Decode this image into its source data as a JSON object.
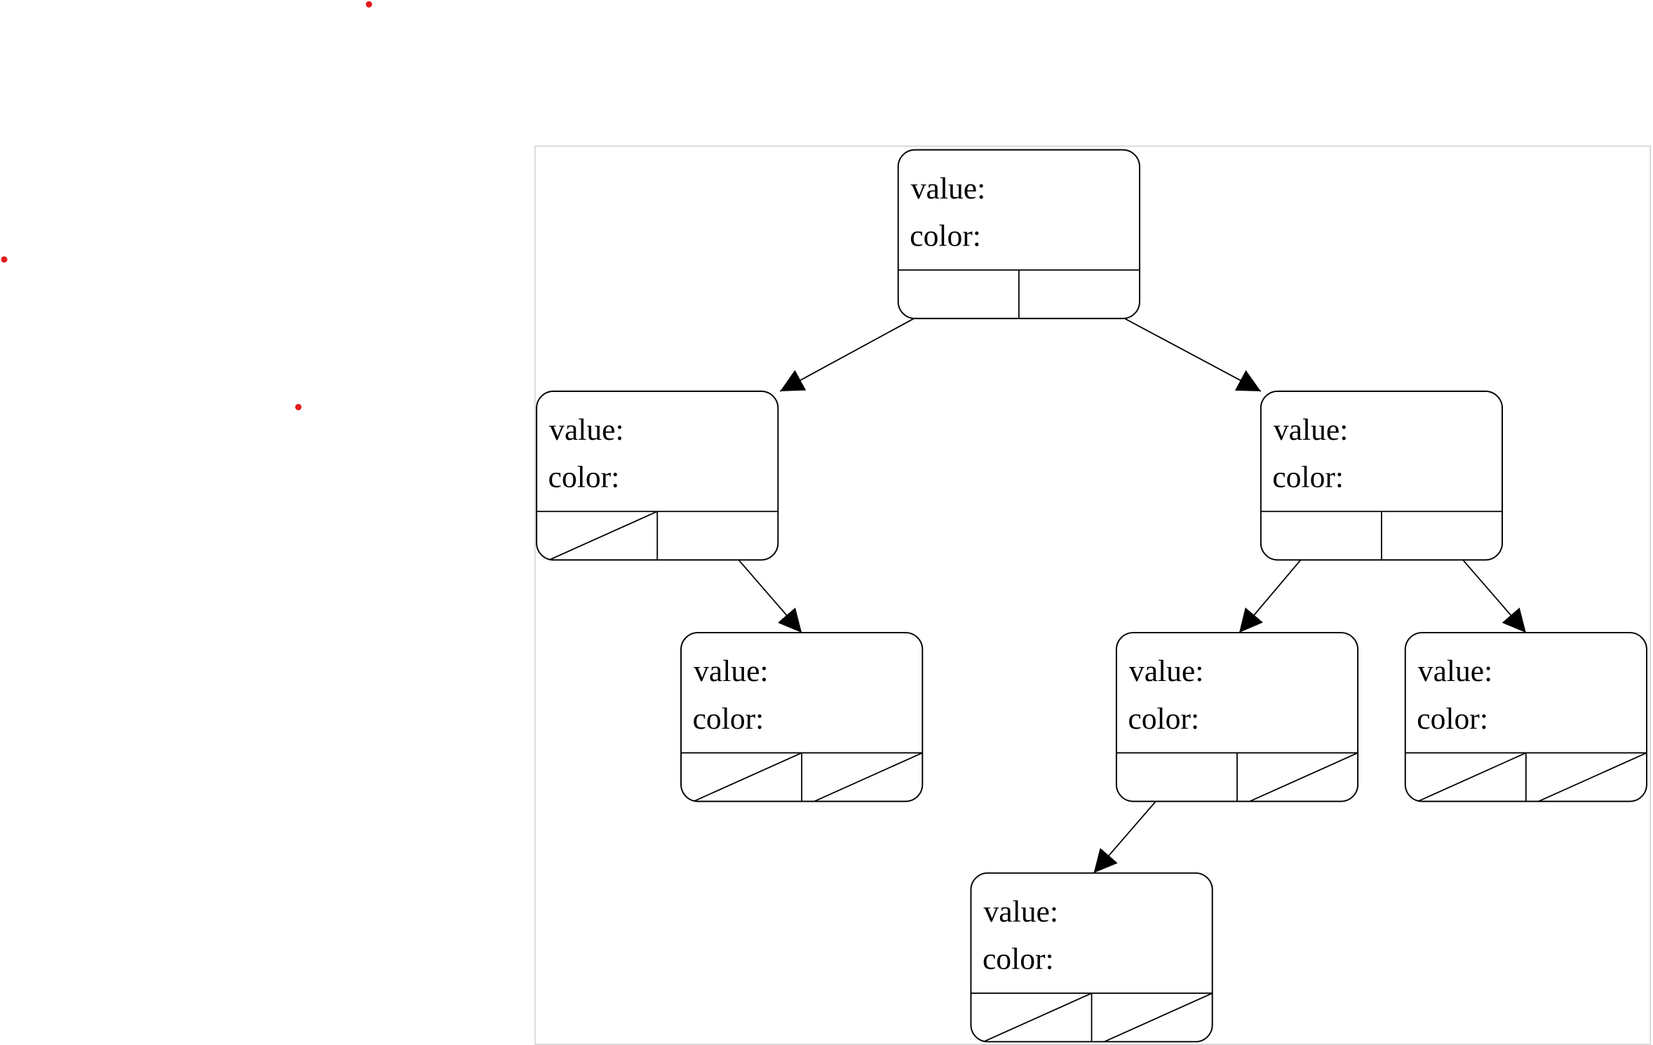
{
  "colors": {
    "edge": "#000000",
    "marker": "#e31a1c",
    "frame": "#d0d0d0"
  },
  "nodes": [
    {
      "id": "root",
      "value_label": "value:",
      "color_label": "color:",
      "left_null": false,
      "right_null": false
    },
    {
      "id": "l",
      "value_label": "value:",
      "color_label": "color:",
      "left_null": true,
      "right_null": false
    },
    {
      "id": "r",
      "value_label": "value:",
      "color_label": "color:",
      "left_null": false,
      "right_null": false
    },
    {
      "id": "lr",
      "value_label": "value:",
      "color_label": "color:",
      "left_null": true,
      "right_null": true
    },
    {
      "id": "rl",
      "value_label": "value:",
      "color_label": "color:",
      "left_null": false,
      "right_null": true
    },
    {
      "id": "rr",
      "value_label": "value:",
      "color_label": "color:",
      "left_null": true,
      "right_null": true
    },
    {
      "id": "rll",
      "value_label": "value:",
      "color_label": "color:",
      "left_null": true,
      "right_null": true
    }
  ],
  "edges": [
    {
      "from": "root",
      "side": "left",
      "to": "l"
    },
    {
      "from": "root",
      "side": "right",
      "to": "r"
    },
    {
      "from": "l",
      "side": "right",
      "to": "lr"
    },
    {
      "from": "r",
      "side": "left",
      "to": "rl"
    },
    {
      "from": "r",
      "side": "right",
      "to": "rr"
    },
    {
      "from": "rl",
      "side": "left",
      "to": "rll"
    }
  ]
}
